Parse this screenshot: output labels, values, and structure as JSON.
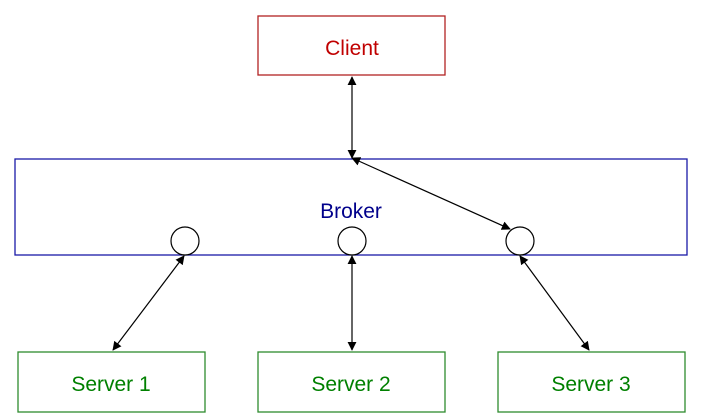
{
  "diagram": {
    "client": {
      "label": "Client",
      "color": "#c00000"
    },
    "broker": {
      "label": "Broker",
      "color": "#00008b"
    },
    "servers": [
      {
        "label": "Server 1",
        "color": "#008000"
      },
      {
        "label": "Server 2",
        "color": "#008000"
      },
      {
        "label": "Server 3",
        "color": "#008000"
      }
    ],
    "connections": [
      {
        "from": "client",
        "to": "broker"
      },
      {
        "from": "broker",
        "to": "port-3"
      },
      {
        "from": "port-1",
        "to": "server-1"
      },
      {
        "from": "port-2",
        "to": "server-2"
      },
      {
        "from": "port-3",
        "to": "server-3"
      }
    ]
  }
}
